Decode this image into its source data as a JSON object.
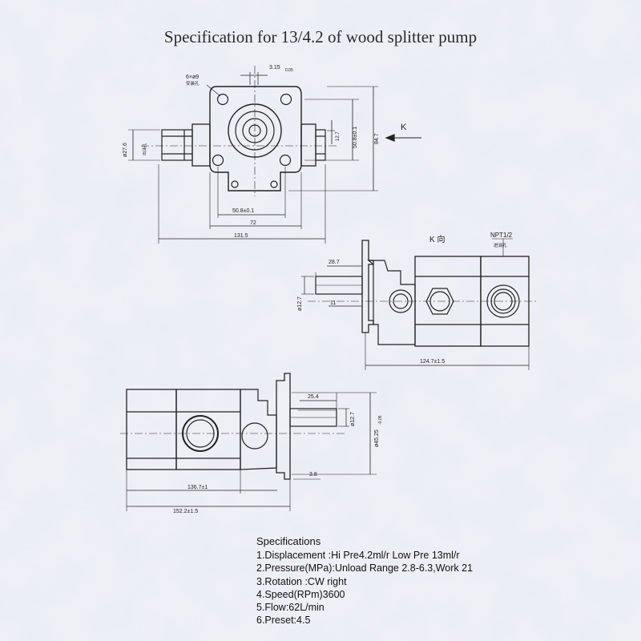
{
  "title": "Specification for 13/4.2 of wood splitter pump",
  "drawing": {
    "front_view": {
      "hole_note": "6×ø9",
      "hole_note_sub": "安装孔",
      "top_dim": "3.15",
      "top_dim_tol": "0.05",
      "height_inner": "50.8±0.1",
      "height_outer": "84.7",
      "small_dim": "12.7",
      "left_dia": "ø27.6",
      "left_dia_sub": "出油孔",
      "bottom_inner": "50.8±0.1",
      "bottom_mid": "72",
      "bottom_outer": "131.5",
      "view_arrow_label": "K"
    },
    "side_view": {
      "title": "K 向",
      "port_label": "NPT1/2",
      "port_sub": "进油孔",
      "shaft_len": "28.7",
      "shaft_small": "11",
      "shaft_dia": "ø12.7",
      "length": "124.7±1.5"
    },
    "bottom_view": {
      "shaft_len": "25.4",
      "key_dim": "ø12.7",
      "pilot_dia": "ø45.25",
      "pilot_tol": "-0.05",
      "small": "3.8",
      "inner_len": "136.7±1",
      "overall_len": "152.2±1.5"
    }
  },
  "specifications": {
    "heading": "Specifications",
    "items": [
      "1.Displacement :Hi Pre4.2ml/r Low Pre 13ml/r",
      "2.Pressure(MPa):Unload Range 2.8-6.3,Work 21",
      "3.Rotation :CW right",
      "4.Speed(RPm)3600",
      "5.Flow:62L/min",
      "6.Preset:4.5"
    ]
  },
  "colors": {
    "background": "#eef0f6",
    "line": "#222222"
  }
}
